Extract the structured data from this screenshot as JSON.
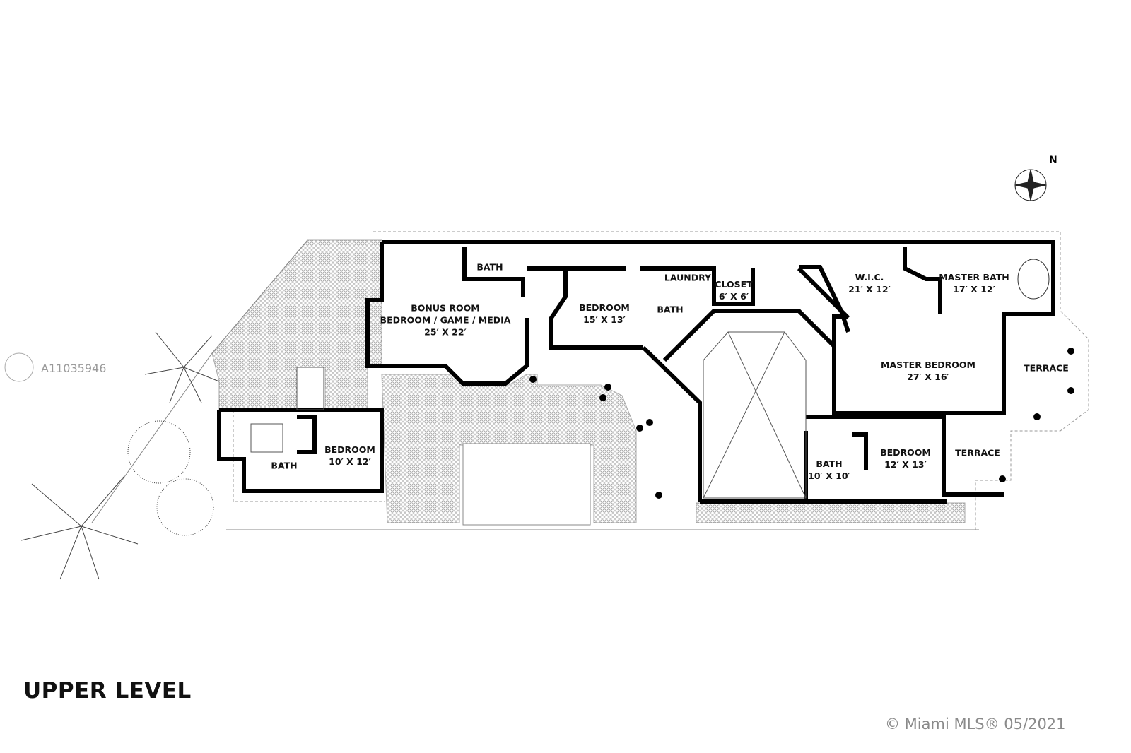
{
  "title": "UPPER LEVEL",
  "watermark": "A11035946",
  "copyright": "© Miami MLS® 05/2021",
  "compass_label": "N",
  "rooms": [
    {
      "name": "BATH"
    },
    {
      "name": "BONUS ROOM",
      "subtitle": "BEDROOM / GAME / MEDIA",
      "size": "25′ X 22′"
    },
    {
      "name": "BEDROOM",
      "size": "15′ X 13′"
    },
    {
      "name": "LAUNDRY"
    },
    {
      "name": "CLOSET",
      "size": "6′ X 6′"
    },
    {
      "name": "BATH"
    },
    {
      "name": "W.I.C.",
      "size": "21′ X 12′"
    },
    {
      "name": "MASTER BATH",
      "size": "17′ X 12′"
    },
    {
      "name": "MASTER BEDROOM",
      "size": "27′ X 16′"
    },
    {
      "name": "TERRACE"
    },
    {
      "name": "BEDROOM",
      "size": "10′ X 12′"
    },
    {
      "name": "BATH"
    },
    {
      "name": "BATH",
      "size": "10′ X 10′"
    },
    {
      "name": "BEDROOM",
      "size": "12′ X 13′"
    },
    {
      "name": "TERRACE"
    }
  ]
}
